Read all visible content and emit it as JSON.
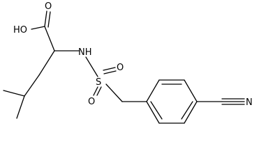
{
  "molecule": {
    "labels": {
      "oxygen_carbonyl": "O",
      "hydroxyl": "HO",
      "amine": "NH",
      "sulfur": "S",
      "oxygen_s_right": "O",
      "oxygen_s_bottom": "O",
      "nitrile_n": "N"
    }
  }
}
